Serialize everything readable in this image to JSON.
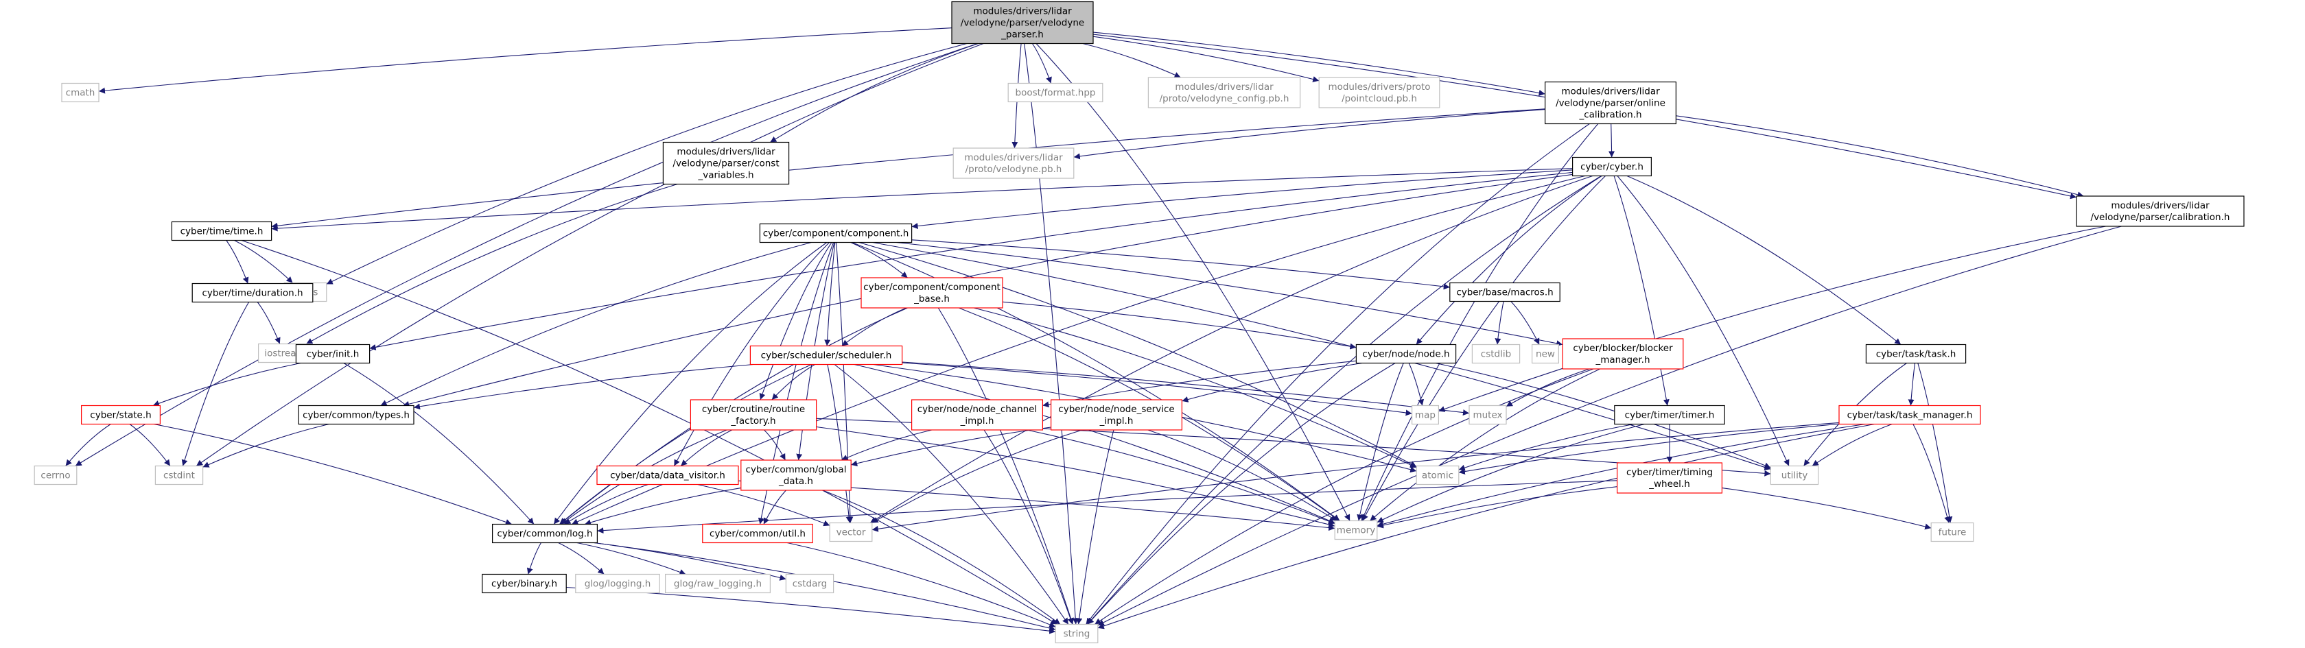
{
  "colors": {
    "edge": "#191970",
    "box_normal": "#000000",
    "box_partial": "#ff0000",
    "box_system": "#bfbfbf",
    "fill_root": "#bfbfbf",
    "text": "#000000",
    "text_system": "#808080"
  },
  "nodes": [
    {
      "id": "root",
      "kind": "root",
      "lines": [
        "modules/drivers/lidar",
        "/velodyne/parser/velodyne",
        "_parser.h"
      ]
    },
    {
      "id": "cmath",
      "kind": "system",
      "lines": [
        "cmath"
      ]
    },
    {
      "id": "boost_format",
      "kind": "system",
      "lines": [
        "boost/format.hpp"
      ]
    },
    {
      "id": "velodyne_config_pb",
      "kind": "system",
      "lines": [
        "modules/drivers/lidar",
        "/proto/velodyne_config.pb.h"
      ]
    },
    {
      "id": "pointcloud_pb",
      "kind": "system",
      "lines": [
        "modules/drivers/proto",
        "/pointcloud.pb.h"
      ]
    },
    {
      "id": "online_calibration",
      "kind": "normal",
      "lines": [
        "modules/drivers/lidar",
        "/velodyne/parser/online",
        "_calibration.h"
      ]
    },
    {
      "id": "velodyne_pb",
      "kind": "system",
      "lines": [
        "modules/drivers/lidar",
        "/proto/velodyne.pb.h"
      ]
    },
    {
      "id": "const_variables",
      "kind": "normal",
      "lines": [
        "modules/drivers/lidar",
        "/velodyne/parser/const",
        "_variables.h"
      ]
    },
    {
      "id": "cyber_h",
      "kind": "normal",
      "lines": [
        "cyber/cyber.h"
      ]
    },
    {
      "id": "calibration_h",
      "kind": "normal",
      "lines": [
        "modules/drivers/lidar",
        "/velodyne/parser/calibration.h"
      ]
    },
    {
      "id": "time_h",
      "kind": "normal",
      "lines": [
        "cyber/time/time.h"
      ]
    },
    {
      "id": "component_h",
      "kind": "normal",
      "lines": [
        "cyber/component/component.h"
      ]
    },
    {
      "id": "limits",
      "kind": "system",
      "lines": [
        "limits"
      ]
    },
    {
      "id": "duration_h",
      "kind": "normal",
      "lines": [
        "cyber/time/duration.h"
      ]
    },
    {
      "id": "component_base",
      "kind": "partial",
      "lines": [
        "cyber/component/component",
        "_base.h"
      ]
    },
    {
      "id": "macros_h",
      "kind": "normal",
      "lines": [
        "cyber/base/macros.h"
      ]
    },
    {
      "id": "iostream",
      "kind": "system",
      "lines": [
        "iostream"
      ]
    },
    {
      "id": "cstdlib",
      "kind": "system",
      "lines": [
        "cstdlib"
      ]
    },
    {
      "id": "new",
      "kind": "system",
      "lines": [
        "new"
      ]
    },
    {
      "id": "blocker_manager",
      "kind": "partial",
      "lines": [
        "cyber/blocker/blocker",
        "_manager.h"
      ]
    },
    {
      "id": "task_h",
      "kind": "normal",
      "lines": [
        "cyber/task/task.h"
      ]
    },
    {
      "id": "init_h",
      "kind": "normal",
      "lines": [
        "cyber/init.h"
      ]
    },
    {
      "id": "scheduler_h",
      "kind": "partial",
      "lines": [
        "cyber/scheduler/scheduler.h"
      ]
    },
    {
      "id": "node_h",
      "kind": "normal",
      "lines": [
        "cyber/node/node.h"
      ]
    },
    {
      "id": "state_h",
      "kind": "partial",
      "lines": [
        "cyber/state.h"
      ]
    },
    {
      "id": "types_h",
      "kind": "normal",
      "lines": [
        "cyber/common/types.h"
      ]
    },
    {
      "id": "routine_factory",
      "kind": "partial",
      "lines": [
        "cyber/croutine/routine",
        "_factory.h"
      ]
    },
    {
      "id": "node_channel_impl",
      "kind": "partial",
      "lines": [
        "cyber/node/node_channel",
        "_impl.h"
      ]
    },
    {
      "id": "node_service_impl",
      "kind": "partial",
      "lines": [
        "cyber/node/node_service",
        "_impl.h"
      ]
    },
    {
      "id": "map",
      "kind": "system",
      "lines": [
        "map"
      ]
    },
    {
      "id": "mutex",
      "kind": "system",
      "lines": [
        "mutex"
      ]
    },
    {
      "id": "timer_h",
      "kind": "normal",
      "lines": [
        "cyber/timer/timer.h"
      ]
    },
    {
      "id": "task_manager",
      "kind": "partial",
      "lines": [
        "cyber/task/task_manager.h"
      ]
    },
    {
      "id": "cerrno",
      "kind": "system",
      "lines": [
        "cerrno"
      ]
    },
    {
      "id": "cstdint",
      "kind": "system",
      "lines": [
        "cstdint"
      ]
    },
    {
      "id": "data_visitor",
      "kind": "partial",
      "lines": [
        "cyber/data/data_visitor.h"
      ]
    },
    {
      "id": "global_data",
      "kind": "partial",
      "lines": [
        "cyber/common/global",
        "_data.h"
      ]
    },
    {
      "id": "atomic",
      "kind": "system",
      "lines": [
        "atomic"
      ]
    },
    {
      "id": "utility",
      "kind": "system",
      "lines": [
        "utility"
      ]
    },
    {
      "id": "timing_wheel",
      "kind": "partial",
      "lines": [
        "cyber/timer/timing",
        "_wheel.h"
      ]
    },
    {
      "id": "log_h",
      "kind": "normal",
      "lines": [
        "cyber/common/log.h"
      ]
    },
    {
      "id": "util_h",
      "kind": "partial",
      "lines": [
        "cyber/common/util.h"
      ]
    },
    {
      "id": "vector",
      "kind": "system",
      "lines": [
        "vector"
      ]
    },
    {
      "id": "memory",
      "kind": "system",
      "lines": [
        "memory"
      ]
    },
    {
      "id": "future",
      "kind": "system",
      "lines": [
        "future"
      ]
    },
    {
      "id": "binary_h",
      "kind": "normal",
      "lines": [
        "cyber/binary.h"
      ]
    },
    {
      "id": "glog_logging",
      "kind": "system",
      "lines": [
        "glog/logging.h"
      ]
    },
    {
      "id": "glog_raw_logging",
      "kind": "system",
      "lines": [
        "glog/raw_logging.h"
      ]
    },
    {
      "id": "cstdarg",
      "kind": "system",
      "lines": [
        "cstdarg"
      ]
    },
    {
      "id": "string",
      "kind": "system",
      "lines": [
        "string"
      ]
    }
  ],
  "edges": [
    [
      "root",
      "cmath"
    ],
    [
      "root",
      "boost_format"
    ],
    [
      "root",
      "velodyne_config_pb"
    ],
    [
      "root",
      "pointcloud_pb"
    ],
    [
      "root",
      "online_calibration"
    ],
    [
      "root",
      "velodyne_pb"
    ],
    [
      "root",
      "const_variables"
    ],
    [
      "root",
      "cerrno"
    ],
    [
      "root",
      "cstdint"
    ],
    [
      "root",
      "limits"
    ],
    [
      "root",
      "memory"
    ],
    [
      "root",
      "string"
    ],
    [
      "root",
      "calibration_h"
    ],
    [
      "online_calibration",
      "velodyne_pb"
    ],
    [
      "online_calibration",
      "cyber_h"
    ],
    [
      "online_calibration",
      "calibration_h"
    ],
    [
      "online_calibration",
      "time_h"
    ],
    [
      "online_calibration",
      "memory"
    ],
    [
      "online_calibration",
      "string"
    ],
    [
      "const_variables",
      "iostream"
    ],
    [
      "calibration_h",
      "map"
    ],
    [
      "calibration_h",
      "string"
    ],
    [
      "cyber_h",
      "component_h"
    ],
    [
      "cyber_h",
      "init_h"
    ],
    [
      "cyber_h",
      "node_h"
    ],
    [
      "cyber_h",
      "log_h"
    ],
    [
      "cyber_h",
      "time_h"
    ],
    [
      "cyber_h",
      "timer_h"
    ],
    [
      "cyber_h",
      "task_h"
    ],
    [
      "cyber_h",
      "types_h"
    ],
    [
      "cyber_h",
      "memory"
    ],
    [
      "cyber_h",
      "string"
    ],
    [
      "cyber_h",
      "utility"
    ],
    [
      "cyber_h",
      "vector"
    ],
    [
      "time_h",
      "duration_h"
    ],
    [
      "time_h",
      "limits"
    ],
    [
      "time_h",
      "string"
    ],
    [
      "duration_h",
      "cstdint"
    ],
    [
      "duration_h",
      "iostream"
    ],
    [
      "component_h",
      "component_base"
    ],
    [
      "component_h",
      "macros_h"
    ],
    [
      "component_h",
      "blocker_manager"
    ],
    [
      "component_h",
      "scheduler_h"
    ],
    [
      "component_h",
      "routine_factory"
    ],
    [
      "component_h",
      "data_visitor"
    ],
    [
      "component_h",
      "global_data"
    ],
    [
      "component_h",
      "types_h"
    ],
    [
      "component_h",
      "log_h"
    ],
    [
      "component_h",
      "util_h"
    ],
    [
      "component_h",
      "memory"
    ],
    [
      "component_h",
      "utility"
    ],
    [
      "component_h",
      "vector"
    ],
    [
      "component_h",
      "atomic"
    ],
    [
      "component_base",
      "node_h"
    ],
    [
      "component_base",
      "scheduler_h"
    ],
    [
      "component_base",
      "log_h"
    ],
    [
      "component_base",
      "memory"
    ],
    [
      "component_base",
      "string"
    ],
    [
      "component_base",
      "atomic"
    ],
    [
      "macros_h",
      "cstdlib"
    ],
    [
      "macros_h",
      "new"
    ],
    [
      "blocker_manager",
      "mutex"
    ],
    [
      "blocker_manager",
      "memory"
    ],
    [
      "blocker_manager",
      "string"
    ],
    [
      "task_h",
      "task_manager"
    ],
    [
      "task_h",
      "future"
    ],
    [
      "task_h",
      "utility"
    ],
    [
      "init_h",
      "state_h"
    ],
    [
      "init_h",
      "log_h"
    ],
    [
      "state_h",
      "cerrno"
    ],
    [
      "state_h",
      "cstdint"
    ],
    [
      "state_h",
      "log_h"
    ],
    [
      "scheduler_h",
      "routine_factory"
    ],
    [
      "scheduler_h",
      "types_h"
    ],
    [
      "scheduler_h",
      "log_h"
    ],
    [
      "scheduler_h",
      "map"
    ],
    [
      "scheduler_h",
      "mutex"
    ],
    [
      "scheduler_h",
      "atomic"
    ],
    [
      "scheduler_h",
      "memory"
    ],
    [
      "scheduler_h",
      "string"
    ],
    [
      "scheduler_h",
      "vector"
    ],
    [
      "node_h",
      "node_channel_impl"
    ],
    [
      "node_h",
      "node_service_impl"
    ],
    [
      "node_h",
      "map"
    ],
    [
      "node_h",
      "memory"
    ],
    [
      "node_h",
      "string"
    ],
    [
      "node_h",
      "utility"
    ],
    [
      "types_h",
      "cstdint"
    ],
    [
      "routine_factory",
      "data_visitor"
    ],
    [
      "routine_factory",
      "global_data"
    ],
    [
      "routine_factory",
      "log_h"
    ],
    [
      "routine_factory",
      "memory"
    ],
    [
      "routine_factory",
      "utility"
    ],
    [
      "node_channel_impl",
      "global_data"
    ],
    [
      "node_channel_impl",
      "memory"
    ],
    [
      "node_channel_impl",
      "string"
    ],
    [
      "node_service_impl",
      "global_data"
    ],
    [
      "node_service_impl",
      "memory"
    ],
    [
      "node_service_impl",
      "string"
    ],
    [
      "node_service_impl",
      "vector"
    ],
    [
      "timer_h",
      "timing_wheel"
    ],
    [
      "timer_h",
      "atomic"
    ],
    [
      "timer_h",
      "memory"
    ],
    [
      "task_manager",
      "atomic"
    ],
    [
      "task_manager",
      "future"
    ],
    [
      "task_manager",
      "memory"
    ],
    [
      "task_manager",
      "string"
    ],
    [
      "task_manager",
      "utility"
    ],
    [
      "task_manager",
      "vector"
    ],
    [
      "data_visitor",
      "log_h"
    ],
    [
      "data_visitor",
      "memory"
    ],
    [
      "data_visitor",
      "vector"
    ],
    [
      "global_data",
      "util_h"
    ],
    [
      "global_data",
      "log_h"
    ],
    [
      "global_data",
      "string"
    ],
    [
      "timing_wheel",
      "log_h"
    ],
    [
      "timing_wheel",
      "future"
    ],
    [
      "timing_wheel",
      "memory"
    ],
    [
      "log_h",
      "binary_h"
    ],
    [
      "log_h",
      "glog_logging"
    ],
    [
      "log_h",
      "glog_raw_logging"
    ],
    [
      "log_h",
      "cstdarg"
    ],
    [
      "log_h",
      "string"
    ],
    [
      "util_h",
      "string"
    ],
    [
      "binary_h",
      "string"
    ]
  ]
}
